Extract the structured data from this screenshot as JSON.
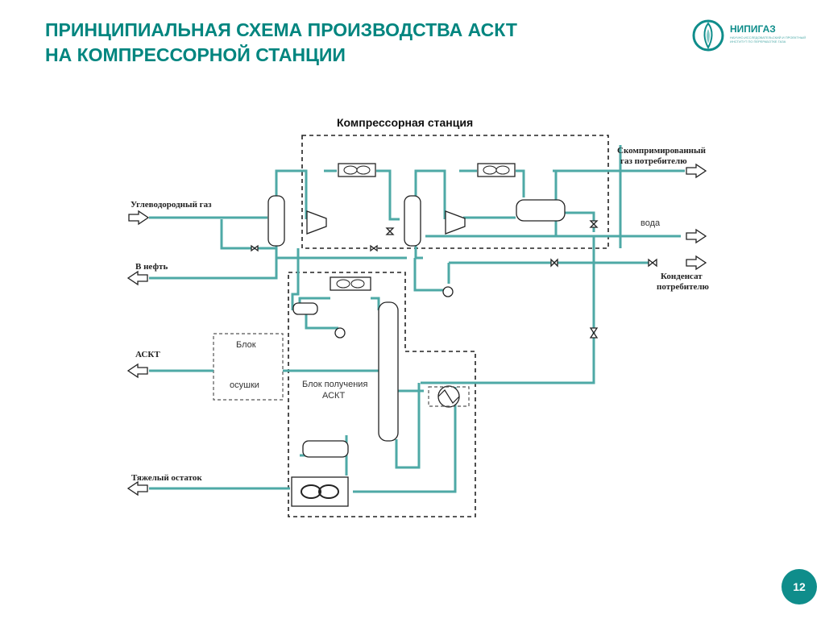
{
  "title": {
    "line1": "ПРИНЦИПИАЛЬНАЯ СХЕМА ПРОИЗВОДСТВА АСКТ",
    "line2": "НА КОМПРЕССОРНОЙ СТАНЦИИ"
  },
  "logo": {
    "name": "НИПИГАЗ",
    "subtitle": "НАУЧНО-ИССЛЕДОВАТЕЛЬСКИЙ И ПРОЕКТНЫЙ ИНСТИТУТ ПО ПЕРЕРАБОТКЕ ГАЗА",
    "icon": "flame-drop-icon"
  },
  "diagram": {
    "station_label": "Компрессорная станция",
    "inputs": {
      "hydrocarbon_gas": "Углеводородный газ"
    },
    "outputs": {
      "to_oil": "В нефть",
      "askt": "АСКТ",
      "heavy_residue": "Тяжелый остаток",
      "compressed_gas_line1": "Скомпримированный",
      "compressed_gas_line2": "газ потребителю",
      "water": "вода",
      "condensate_line1": "Конденсат",
      "condensate_line2": "потребителю"
    },
    "blocks": {
      "drying_line1": "Блок",
      "drying_line2": "осушки",
      "askt_unit_line1": "Блок получения",
      "askt_unit_line2": "АСКТ"
    }
  },
  "page_number": "12",
  "colors": {
    "accent": "#00857f",
    "pipe": "#4ea9a6",
    "badge": "#0f8d8b"
  }
}
